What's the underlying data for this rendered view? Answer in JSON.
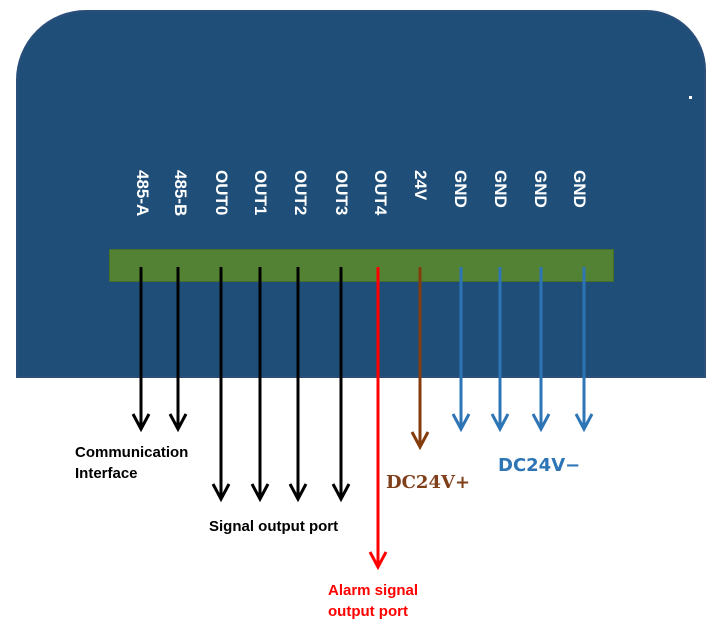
{
  "pins": [
    "485-A",
    "485-B",
    "OUT0",
    "OUT1",
    "OUT2",
    "OUT3",
    "OUT4",
    "24V",
    "GND",
    "GND",
    "GND",
    "GND"
  ],
  "captions": {
    "communication": [
      "Communication",
      "Interface"
    ],
    "signal_output": "Signal output port",
    "alarm": [
      "Alarm signal",
      "output port"
    ],
    "dc_plus": "DC24V+",
    "dc_minus": "DC24V−"
  },
  "colors": {
    "board": "#1f4e79",
    "terminal_block": "#548235",
    "signal_wire": "#000000",
    "alarm_wire": "#ff0000",
    "power_wire": "#843c0c",
    "ground_wire": "#2e75b6"
  }
}
